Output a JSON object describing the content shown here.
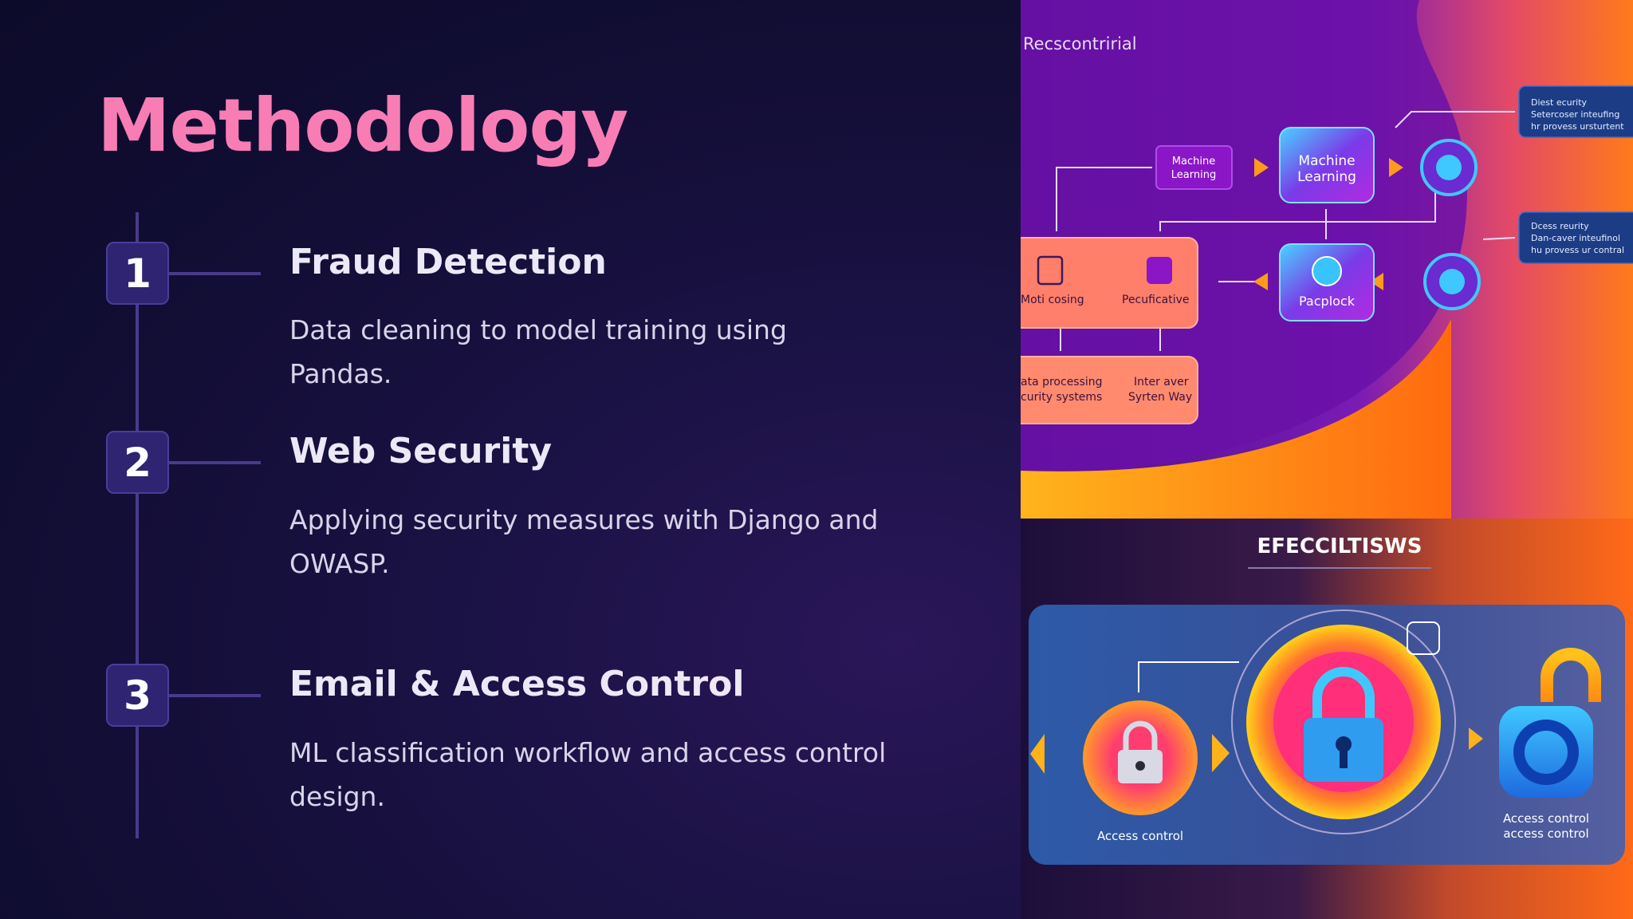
{
  "slide": {
    "title": "Methodology"
  },
  "steps": [
    {
      "number": "1",
      "title": "Fraud Detection",
      "description": "Data cleaning to model training using Pandas."
    },
    {
      "number": "2",
      "title": "Web Security",
      "description": "Applying security measures with Django and OWASP."
    },
    {
      "number": "3",
      "title": "Email & Access Control",
      "description": "ML classification workflow and access control design."
    }
  ],
  "illustration": {
    "top_label": "Recscontririal",
    "nodes": {
      "ml_small": "Machine Learning",
      "ml_big": "Machine Learning",
      "packlock": "Pacplock",
      "moti": "Moti cosing",
      "pecuficative": "Pecuficative",
      "data_processing": "ata processing",
      "security_systems": "curity systems",
      "inter_aver": "Inter aver",
      "system_way": "Syrten Way"
    },
    "side_notes": [
      [
        "Diest ecurity",
        "Setercoser inteufing",
        "hr provess ursturtent"
      ],
      [
        "Dcess reurity",
        "Dan-caver inteufinol",
        "hu provess ur contral"
      ]
    ],
    "section_heading": "EFECCILTISWS",
    "access_left_label": "Access control",
    "access_right_label_1": "Access control",
    "access_right_label_2": "access control"
  },
  "colors": {
    "accent_pink": "#f87db5",
    "badge_bg": "#2e2472",
    "timeline": "#4a3a8c",
    "orange": "#ff7a1a",
    "purple": "#6a11a8"
  }
}
